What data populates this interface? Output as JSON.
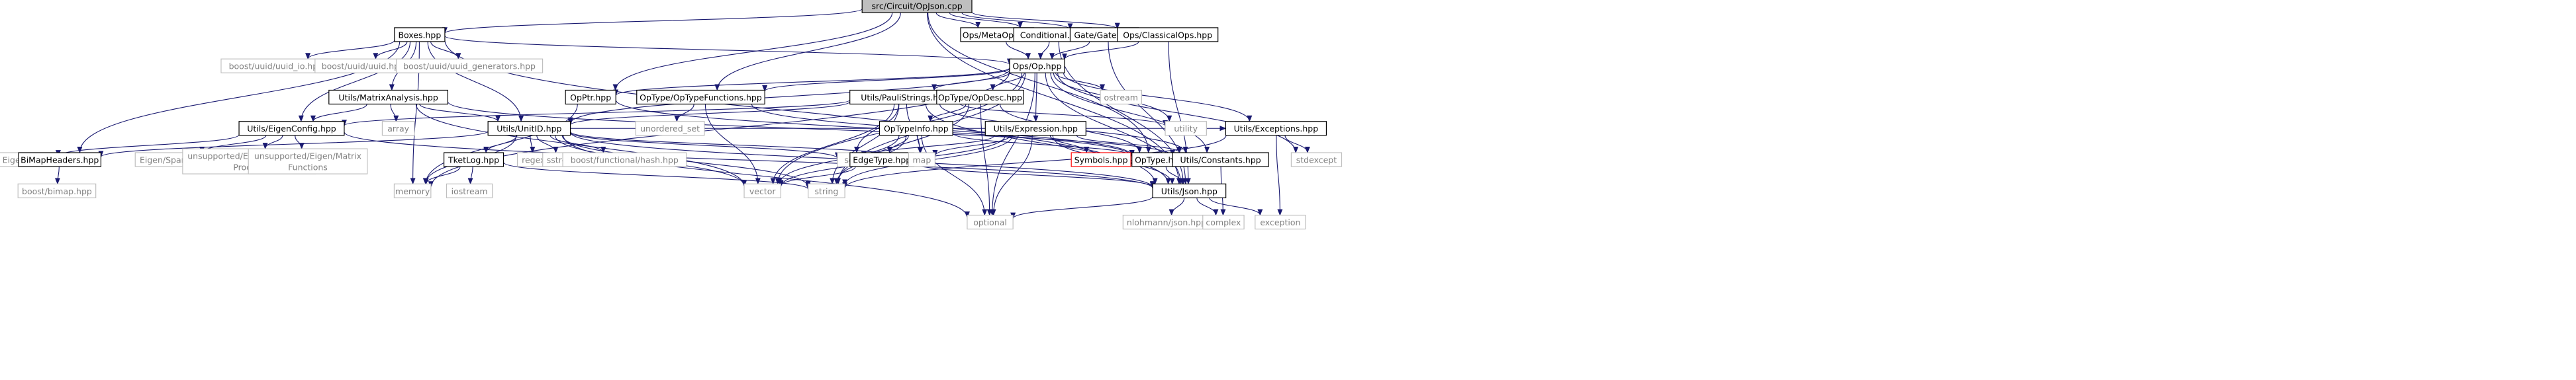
{
  "colors": {
    "root_fill": "#bfbfbf",
    "node_fill": "#ffffff",
    "node_stroke": "#000000",
    "external_stroke": "#bfbfbf",
    "external_text": "#808080",
    "highlight_stroke": "#ff0000",
    "edge": "#191970"
  },
  "nodes": [
    {
      "id": "root",
      "label": [
        "src/Circuit/OpJson.cpp"
      ],
      "type": "root"
    },
    {
      "id": "boxes",
      "label": [
        "Boxes.hpp"
      ],
      "type": "internal"
    },
    {
      "id": "metaop",
      "label": [
        "Ops/MetaOp.hpp"
      ],
      "type": "internal"
    },
    {
      "id": "conditional",
      "label": [
        "Conditional.hpp"
      ],
      "type": "internal"
    },
    {
      "id": "gate",
      "label": [
        "Gate/Gate.hpp"
      ],
      "type": "internal"
    },
    {
      "id": "classicalops",
      "label": [
        "Ops/ClassicalOps.hpp"
      ],
      "type": "internal"
    },
    {
      "id": "uuid_io",
      "label": [
        "boost/uuid/uuid_io.hpp"
      ],
      "type": "external"
    },
    {
      "id": "uuid",
      "label": [
        "boost/uuid/uuid.hpp"
      ],
      "type": "external"
    },
    {
      "id": "uuid_gen",
      "label": [
        "boost/uuid/uuid_generators.hpp"
      ],
      "type": "external"
    },
    {
      "id": "op",
      "label": [
        "Ops/Op.hpp"
      ],
      "type": "internal"
    },
    {
      "id": "matrixanalysis",
      "label": [
        "Utils/MatrixAnalysis.hpp"
      ],
      "type": "internal"
    },
    {
      "id": "opptr",
      "label": [
        "OpPtr.hpp"
      ],
      "type": "internal"
    },
    {
      "id": "optypefunctions",
      "label": [
        "OpType/OpTypeFunctions.hpp"
      ],
      "type": "internal"
    },
    {
      "id": "paulistrings",
      "label": [
        "Utils/PauliStrings.hpp"
      ],
      "type": "internal"
    },
    {
      "id": "opdesc",
      "label": [
        "OpType/OpDesc.hpp"
      ],
      "type": "internal"
    },
    {
      "id": "ostream",
      "label": [
        "ostream"
      ],
      "type": "external"
    },
    {
      "id": "eigenconfig",
      "label": [
        "Utils/EigenConfig.hpp"
      ],
      "type": "internal"
    },
    {
      "id": "array",
      "label": [
        "array"
      ],
      "type": "external"
    },
    {
      "id": "unitid",
      "label": [
        "Utils/UnitID.hpp"
      ],
      "type": "internal"
    },
    {
      "id": "unordered_set",
      "label": [
        "unordered_set"
      ],
      "type": "external"
    },
    {
      "id": "utility",
      "label": [
        "utility"
      ],
      "type": "external"
    },
    {
      "id": "exceptions",
      "label": [
        "Utils/Exceptions.hpp"
      ],
      "type": "internal"
    },
    {
      "id": "optypeinfo",
      "label": [
        "OpTypeInfo.hpp"
      ],
      "type": "internal"
    },
    {
      "id": "expression",
      "label": [
        "Utils/Expression.hpp"
      ],
      "type": "internal"
    },
    {
      "id": "eigendense",
      "label": [
        "Eigen/Dense"
      ],
      "type": "external"
    },
    {
      "id": "bimapheaders",
      "label": [
        "BiMapHeaders.hpp"
      ],
      "type": "internal"
    },
    {
      "id": "eigensparse",
      "label": [
        "Eigen/SparseCore"
      ],
      "type": "external"
    },
    {
      "id": "kronecker",
      "label": [
        "unsupported/Eigen/Kronecker",
        "Product"
      ],
      "type": "external"
    },
    {
      "id": "matrixfunctions",
      "label": [
        "unsupported/Eigen/Matrix",
        "Functions"
      ],
      "type": "external"
    },
    {
      "id": "tketlog",
      "label": [
        "TketLog.hpp"
      ],
      "type": "internal"
    },
    {
      "id": "regex",
      "label": [
        "regex"
      ],
      "type": "external"
    },
    {
      "id": "sstream",
      "label": [
        "sstream"
      ],
      "type": "external"
    },
    {
      "id": "functionalhash",
      "label": [
        "boost/functional/hash.hpp"
      ],
      "type": "external"
    },
    {
      "id": "set",
      "label": [
        "set"
      ],
      "type": "external"
    },
    {
      "id": "edgetype",
      "label": [
        "EdgeType.hpp"
      ],
      "type": "internal"
    },
    {
      "id": "map",
      "label": [
        "map"
      ],
      "type": "external"
    },
    {
      "id": "symbols",
      "label": [
        "Symbols.hpp"
      ],
      "type": "highlight"
    },
    {
      "id": "optype",
      "label": [
        "OpType.hpp"
      ],
      "type": "internal"
    },
    {
      "id": "constants",
      "label": [
        "Utils/Constants.hpp"
      ],
      "type": "internal"
    },
    {
      "id": "stdexcept",
      "label": [
        "stdexcept"
      ],
      "type": "external"
    },
    {
      "id": "bimap",
      "label": [
        "boost/bimap.hpp"
      ],
      "type": "external"
    },
    {
      "id": "memory",
      "label": [
        "memory"
      ],
      "type": "external"
    },
    {
      "id": "iostream",
      "label": [
        "iostream"
      ],
      "type": "external"
    },
    {
      "id": "vector",
      "label": [
        "vector"
      ],
      "type": "external"
    },
    {
      "id": "string",
      "label": [
        "string"
      ],
      "type": "external"
    },
    {
      "id": "json",
      "label": [
        "Utils/Json.hpp"
      ],
      "type": "internal"
    },
    {
      "id": "optional",
      "label": [
        "optional"
      ],
      "type": "external"
    },
    {
      "id": "nlohmann",
      "label": [
        "nlohmann/json.hpp"
      ],
      "type": "external"
    },
    {
      "id": "complex",
      "label": [
        "complex"
      ],
      "type": "external"
    },
    {
      "id": "exception",
      "label": [
        "exception"
      ],
      "type": "external"
    }
  ],
  "edges": [
    [
      "root",
      "boxes"
    ],
    [
      "root",
      "metaop"
    ],
    [
      "root",
      "conditional"
    ],
    [
      "root",
      "gate"
    ],
    [
      "root",
      "classicalops"
    ],
    [
      "root",
      "opptr"
    ],
    [
      "root",
      "optypefunctions"
    ],
    [
      "root",
      "optype"
    ],
    [
      "root",
      "json"
    ],
    [
      "boxes",
      "uuid_io"
    ],
    [
      "boxes",
      "uuid"
    ],
    [
      "boxes",
      "uuid_gen"
    ],
    [
      "boxes",
      "op"
    ],
    [
      "boxes",
      "matrixanalysis"
    ],
    [
      "boxes",
      "eigenconfig"
    ],
    [
      "boxes",
      "unitid"
    ],
    [
      "boxes",
      "bimapheaders"
    ],
    [
      "boxes",
      "memory"
    ],
    [
      "boxes",
      "json"
    ],
    [
      "metaop",
      "op"
    ],
    [
      "conditional",
      "op"
    ],
    [
      "conditional",
      "json"
    ],
    [
      "gate",
      "op"
    ],
    [
      "gate",
      "json"
    ],
    [
      "classicalops",
      "op"
    ],
    [
      "classicalops",
      "json"
    ],
    [
      "op",
      "opptr"
    ],
    [
      "op",
      "optypefunctions"
    ],
    [
      "op",
      "paulistrings"
    ],
    [
      "op",
      "opdesc"
    ],
    [
      "op",
      "ostream"
    ],
    [
      "op",
      "exceptions"
    ],
    [
      "op",
      "expression"
    ],
    [
      "op",
      "unitid"
    ],
    [
      "op",
      "utility"
    ],
    [
      "op",
      "constants"
    ],
    [
      "op",
      "stdexcept"
    ],
    [
      "op",
      "memory"
    ],
    [
      "op",
      "vector"
    ],
    [
      "op",
      "string"
    ],
    [
      "op",
      "json"
    ],
    [
      "op",
      "optional"
    ],
    [
      "matrixanalysis",
      "eigenconfig"
    ],
    [
      "matrixanalysis",
      "array"
    ],
    [
      "matrixanalysis",
      "unitid"
    ],
    [
      "matrixanalysis",
      "constants"
    ],
    [
      "matrixanalysis",
      "vector"
    ],
    [
      "opptr",
      "memory"
    ],
    [
      "opptr",
      "optype"
    ],
    [
      "optypefunctions",
      "unordered_set"
    ],
    [
      "optypefunctions",
      "vector"
    ],
    [
      "optypefunctions",
      "optype"
    ],
    [
      "paulistrings",
      "eigenconfig"
    ],
    [
      "paulistrings",
      "unitid"
    ],
    [
      "paulistrings",
      "constants"
    ],
    [
      "paulistrings",
      "set"
    ],
    [
      "paulistrings",
      "map"
    ],
    [
      "paulistrings",
      "vector"
    ],
    [
      "paulistrings",
      "string"
    ],
    [
      "paulistrings",
      "utility"
    ],
    [
      "paulistrings",
      "json"
    ],
    [
      "opdesc",
      "optypeinfo"
    ],
    [
      "opdesc",
      "optype"
    ],
    [
      "opdesc",
      "optional"
    ],
    [
      "opdesc",
      "string"
    ],
    [
      "eigenconfig",
      "eigendense"
    ],
    [
      "eigenconfig",
      "eigensparse"
    ],
    [
      "eigenconfig",
      "kronecker"
    ],
    [
      "eigenconfig",
      "matrixfunctions"
    ],
    [
      "eigenconfig",
      "json"
    ],
    [
      "unitid",
      "bimapheaders"
    ],
    [
      "unitid",
      "tketlog"
    ],
    [
      "unitid",
      "regex"
    ],
    [
      "unitid",
      "sstream"
    ],
    [
      "unitid",
      "functionalhash"
    ],
    [
      "unitid",
      "set"
    ],
    [
      "unitid",
      "map"
    ],
    [
      "unitid",
      "memory"
    ],
    [
      "unitid",
      "string"
    ],
    [
      "unitid",
      "vector"
    ],
    [
      "unitid",
      "optional"
    ],
    [
      "unitid",
      "exceptions"
    ],
    [
      "unitid",
      "json"
    ],
    [
      "exceptions",
      "stdexcept"
    ],
    [
      "exceptions",
      "exception"
    ],
    [
      "exceptions",
      "string"
    ],
    [
      "optypeinfo",
      "edgetype"
    ],
    [
      "optypeinfo",
      "map"
    ],
    [
      "optypeinfo",
      "optype"
    ],
    [
      "optypeinfo",
      "string"
    ],
    [
      "optypeinfo",
      "optional"
    ],
    [
      "optypeinfo",
      "vector"
    ],
    [
      "expression",
      "symbols"
    ],
    [
      "expression",
      "set"
    ],
    [
      "expression",
      "map"
    ],
    [
      "expression",
      "constants"
    ],
    [
      "expression",
      "vector"
    ],
    [
      "expression",
      "string"
    ],
    [
      "expression",
      "optional"
    ],
    [
      "expression",
      "json"
    ],
    [
      "bimapheaders",
      "bimap"
    ],
    [
      "tketlog",
      "memory"
    ],
    [
      "tketlog",
      "iostream"
    ],
    [
      "tketlog",
      "string"
    ],
    [
      "edgetype",
      "vector"
    ],
    [
      "edgetype",
      "json"
    ],
    [
      "optype",
      "json"
    ],
    [
      "constants",
      "complex"
    ],
    [
      "json",
      "optional"
    ],
    [
      "json",
      "nlohmann"
    ],
    [
      "json",
      "complex"
    ],
    [
      "json",
      "exception"
    ]
  ]
}
